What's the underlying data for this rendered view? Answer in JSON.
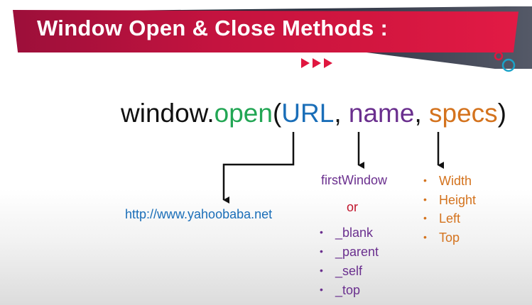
{
  "title": "Window Open & Close Methods :",
  "syntax": {
    "object": "window.",
    "method": "open",
    "open_paren": "(",
    "param_url": "URL",
    "sep1": ", ",
    "param_name": "name",
    "sep2": ", ",
    "param_specs": "specs",
    "close_paren": ")"
  },
  "url_example": "http://www.yahoobaba.net",
  "name_values": {
    "first": "firstWindow",
    "or": "or",
    "options": [
      "_blank",
      "_parent",
      "_self",
      "_top"
    ]
  },
  "specs_values": [
    "Width",
    "Height",
    "Left",
    "Top"
  ],
  "colors": {
    "banner": "#c4133f",
    "method": "#22a654",
    "url": "#1a6eb8",
    "name": "#6a2f8e",
    "specs": "#d4731e",
    "or": "#c0142b"
  },
  "icons": [
    "play-arrows-icon",
    "circles-icon"
  ]
}
